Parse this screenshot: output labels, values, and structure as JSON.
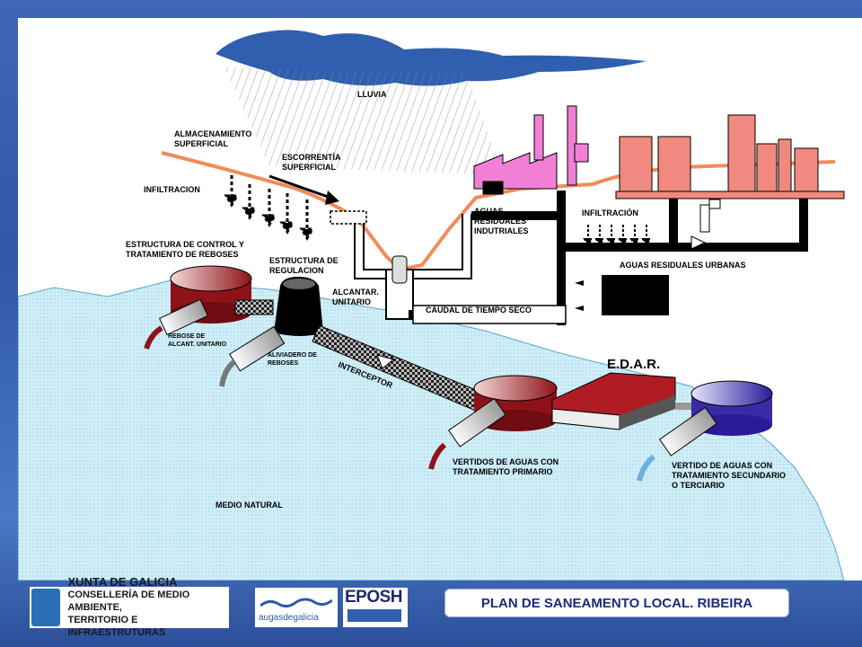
{
  "labels": {
    "lluvia": "LLUVIA",
    "almacenamiento_1": "ALMACENAMIENTO",
    "almacenamiento_2": "SUPERFICIAL",
    "escorrentia_1": "ESCORRENTÍA",
    "escorrentia_2": "SUPERFICIAL",
    "infiltracion_left": "INFILTRACION",
    "estructura_control_1": "ESTRUCTURA DE CONTROL Y",
    "estructura_control_2": "TRATAMIENTO DE REBOSES",
    "estructura_regulacion_1": "ESTRUCTURA DE",
    "estructura_regulacion_2": "REGULACION",
    "alcantar_1": "ALCANTAR.",
    "alcantar_2": "UNITARIO",
    "aguas_residuales_ind_1": "AGUAS",
    "aguas_residuales_ind_2": "RESIDUALES",
    "aguas_residuales_ind_3": "INDUTRIALES",
    "infiltracion_right": "INFILTRACIÓN",
    "aguas_residuales_urbanas": "AGUAS RESIDUALES URBANAS",
    "caudal_tiempo_seco": "CAUDAL DE TIEMPO SECO",
    "rebose_1": "REBOSE DE",
    "rebose_2": "ALCANT. UNITARIO",
    "aliviadero_1": "ALIVIADERO DE",
    "aliviadero_2": "REBOSES",
    "interceptor": "INTERCEPTOR",
    "edar": "E.D.A.R.",
    "vertidos_primario_1": "VERTIDOS DE AGUAS CON",
    "vertidos_primario_2": "TRATAMIENTO PRIMARIO",
    "vertido_secundario_1": "VERTIDO DE AGUAS CON",
    "vertido_secundario_2": "TRATAMIENTO SECUNDARIO",
    "vertido_secundario_3": "O TERCIARIO",
    "medio_natural": "MEDIO NATURAL"
  },
  "footer": {
    "xunta_line1": "XUNTA DE GALICIA",
    "xunta_line2": "CONSELLERÍA DE MEDIO AMBIENTE,",
    "xunta_line3": "TERRITORIO E INFRAESTRUTURAS",
    "augas_label": "augasdegalicia",
    "eposh_label": "EPOSH",
    "plan_title": "PLAN DE SANEAMENTO LOCAL. RIBEIRA"
  },
  "colors": {
    "water": "#cfeef8",
    "ground_line": "#f08c5a",
    "factory": "#f27fd6",
    "building": "#f08a7e",
    "pipe": "#000000",
    "tank_red": "#b01c24",
    "tank_blue": "#3b2aa6",
    "title_text": "#1d2b7a"
  }
}
